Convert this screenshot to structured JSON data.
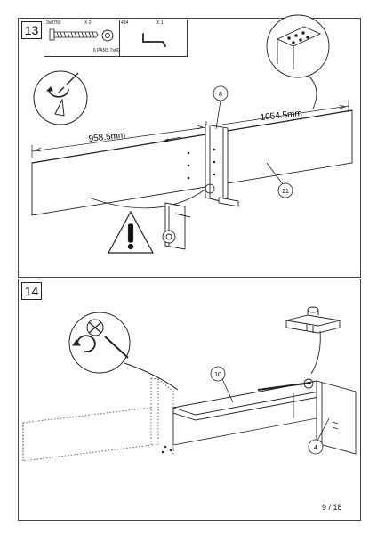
{
  "step13": {
    "number": "13",
    "parts": [
      {
        "code": "3x0750",
        "qty": "X 2",
        "note": "6 PANS 7x60"
      },
      {
        "code": "434",
        "qty": "X 1"
      }
    ],
    "dim_left": "958.5mm",
    "dim_right": "1054.5mm",
    "callout_a": "8",
    "callout_b": "21"
  },
  "step14": {
    "number": "14",
    "callout_a": "10",
    "callout_b": "4"
  },
  "page_number": "9 / 18"
}
